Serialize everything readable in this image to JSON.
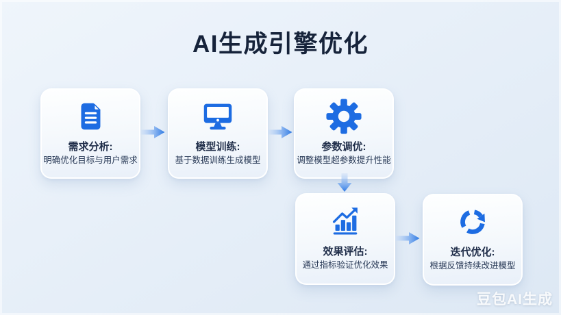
{
  "page": {
    "title": "AI生成引擎优化",
    "watermark": "豆包AI生成"
  },
  "colors": {
    "accent_blue": "#1d6ce2",
    "title_color": "#16233a",
    "card_text": "#1f2d49",
    "background_top": "#eff5fb",
    "background_bottom": "#dde8f4",
    "arrow_gradient_start": "#cfe0f8",
    "arrow_gradient_end": "#2b79e6"
  },
  "steps": [
    {
      "icon": "document-icon",
      "title": "需求分析:",
      "description": "明确优化目标与用户需求"
    },
    {
      "icon": "monitor-icon",
      "title": "模型训练:",
      "description": "基于数据训练生成模型"
    },
    {
      "icon": "gear-icon",
      "title": "参数调优:",
      "description": "调整模型超参数提升性能"
    },
    {
      "icon": "bar-chart-icon",
      "title": "效果评估:",
      "description": "通过指标验证优化效果"
    },
    {
      "icon": "refresh-icon",
      "title": "迭代优化:",
      "description": "根据反馈持续改进模型"
    }
  ]
}
